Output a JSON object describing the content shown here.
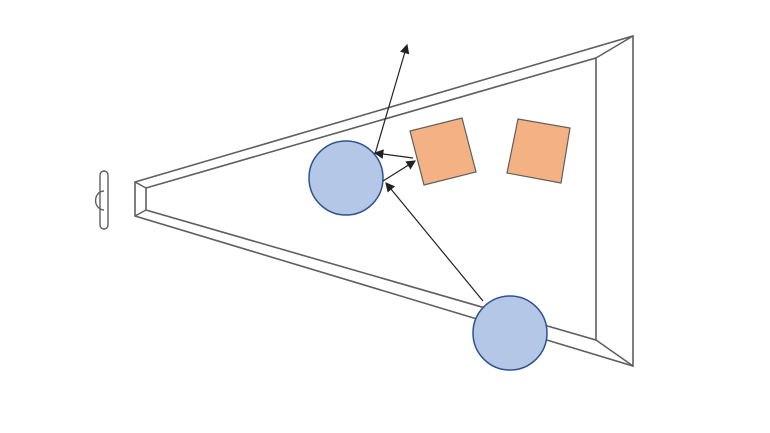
{
  "colors": {
    "background": "#ffffff",
    "outline": "#5f5f5f",
    "circle_fill": "#b4c7e7",
    "circle_stroke": "#2f528f",
    "square_fill": "#f4b183",
    "square_stroke": "#5f5f5f",
    "arrow": "#222222"
  },
  "diagram": {
    "objects": [
      {
        "kind": "circle",
        "name": "upper-circle"
      },
      {
        "kind": "circle",
        "name": "lower-circle"
      },
      {
        "kind": "square",
        "name": "near-square"
      },
      {
        "kind": "square",
        "name": "far-square"
      }
    ],
    "arrows": [
      {
        "name": "arrow-reflected-up"
      },
      {
        "name": "arrow-square-to-circle-upper"
      },
      {
        "name": "arrow-circle-to-square-lower"
      },
      {
        "name": "arrow-from-lower-circle"
      }
    ]
  }
}
